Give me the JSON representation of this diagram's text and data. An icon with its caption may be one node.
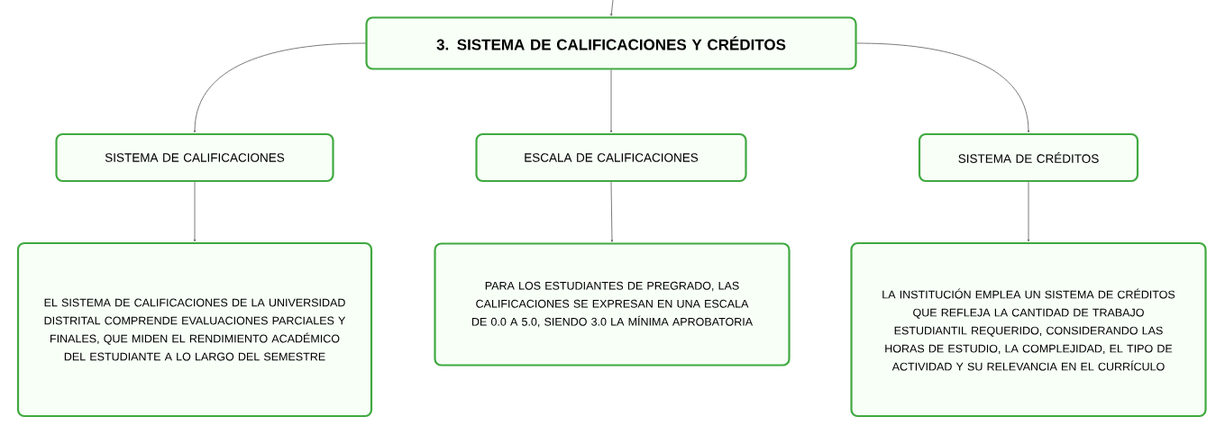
{
  "diagram": {
    "nodes": [
      {
        "text": [
          "3. SISTEMA DE CALIFICACIONES Y CRÉDITOS"
        ]
      },
      {
        "text": [
          "SISTEMA DE CALIFICACIONES"
        ]
      },
      {
        "text": [
          "ESCALA DE CALIFICACIONES"
        ]
      },
      {
        "text": [
          "SISTEMA DE CRÉDITOS"
        ]
      },
      {
        "text": [
          "EL SISTEMA DE CALIFICACIONES DE LA UNIVERSIDAD DISTRITAL COMPRENDE EVALUACIONES PARCIALES Y FINALES, QUE MIDEN EL RENDIMIENTO ACADÉMICO DEL ESTUDIANTE A LO LARGO DEL SEMESTRE"
        ]
      },
      {
        "text": [
          "PARA LOS ESTUDIANTES DE PREGRADO, LAS CALIFICACIONES SE EXPRESAN EN UNA ESCALA DE 0.0 A 5.0, SIENDO 3.0 LA MÍNIMA APROBATORIA"
        ]
      },
      {
        "text": [
          "LA INSTITUCIÓN EMPLEA UN SISTEMA DE CRÉDITOS QUE REFLEJA LA CANTIDAD DE TRABAJO ESTUDIANTIL REQUERIDO, CONSIDERANDO LAS HORAS DE ESTUDIO, LA COMPLEJIDAD, EL TIPO DE ACTIVIDAD Y SU RELEVANCIA EN EL CURRÍCULO"
        ]
      }
    ],
    "edges": [
      {
        "from": null,
        "to": 0,
        "arrow": "to"
      },
      {
        "from": 0,
        "to": 1,
        "arrow": "to"
      },
      {
        "from": 0,
        "to": 2,
        "arrow": "to"
      },
      {
        "from": 0,
        "to": 3,
        "arrow": "to"
      },
      {
        "from": 1,
        "to": 4,
        "arrow": "to"
      },
      {
        "from": 2,
        "to": 5,
        "arrow": "to"
      },
      {
        "from": 3,
        "to": 6,
        "arrow": "to"
      }
    ]
  }
}
